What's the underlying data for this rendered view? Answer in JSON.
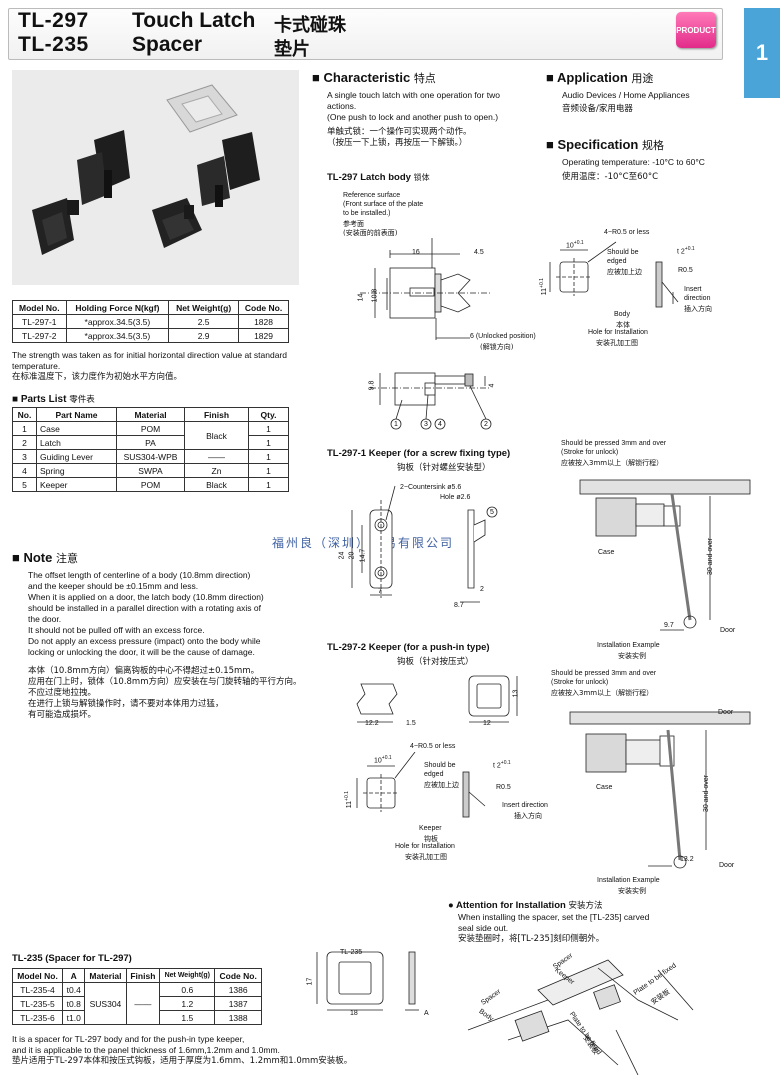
{
  "header": {
    "code1": "TL-297",
    "code2": "TL-235",
    "name1": "Touch Latch",
    "name2": "Spacer",
    "cn1": "卡式碰珠",
    "cn2": "垫片",
    "badge": "PRODUCT",
    "page_tab": "1"
  },
  "model_table": {
    "headers": [
      "Model No.",
      "Holding Force N(kgf)",
      "Net Weight(g)",
      "Code No."
    ],
    "rows": [
      [
        "TL-297-1",
        "*approx.34.5(3.5)",
        "2.5",
        "1828"
      ],
      [
        "TL-297-2",
        "*approx.34.5(3.5)",
        "2.9",
        "1829"
      ]
    ],
    "note_en": "The strength was taken as for initial horizontal direction value at standard temperature.",
    "note_cn": "在标准温度下，该力度作为初始水平方向值。"
  },
  "parts_list": {
    "title": "Parts List",
    "title_cn": "零件表",
    "headers": [
      "No.",
      "Part Name",
      "Material",
      "Finish",
      "Qty."
    ],
    "rows": [
      [
        "1",
        "Case",
        "POM",
        "",
        "1"
      ],
      [
        "2",
        "Latch",
        "PA",
        "Black",
        "1"
      ],
      [
        "3",
        "Guiding Lever",
        "SUS304-WPB",
        "——",
        "1"
      ],
      [
        "4",
        "Spring",
        "SWPA",
        "Zn",
        "1"
      ],
      [
        "5",
        "Keeper",
        "POM",
        "Black",
        "1"
      ]
    ]
  },
  "note": {
    "title": "Note",
    "title_cn": "注意",
    "en": [
      "The offset length of centerline of a body (10.8mm direction)",
      "and the keeper should be ±0.15mm and less.",
      "When it is applied on a door, the latch body (10.8mm direction)",
      "should be installed in a parallel direction with a rotating axis of",
      "the door.",
      "It should not be pulled off with an excess force.",
      "Do not apply an excess pressure (impact) onto the body while",
      "locking or unlocking  the door, it will be the cause of damage."
    ],
    "cn": [
      "本体（10.8mm方向）偏离钩板的中心不得超过±0.15mm。",
      "应用在门上时，锁体（10.8mm方向）应安装在与门旋转轴的平行方向。",
      "不应过度地拉拽。",
      "在进行上锁与解锁操作时，请不要对本体用力过猛，",
      "有可能造成损坏。"
    ]
  },
  "watermark": "福州良（深圳）贸易有限公司",
  "characteristic": {
    "title": "Characteristic",
    "title_cn": "特点",
    "en": [
      "A single touch latch with one operation for two",
      "actions.",
      "(One push to lock and another push to open.)"
    ],
    "cn": [
      "单触式锁：一个操作可实现两个动作。",
      "（按压一下上锁，再按压一下解锁。）"
    ]
  },
  "application": {
    "title": "Application",
    "title_cn": "用途",
    "en": "Audio Devices / Home Appliances",
    "cn": "音频设备/家用电器"
  },
  "specification": {
    "title": "Specification",
    "title_cn": "规格",
    "en": "Operating temperature: -10°C to 60°C",
    "cn": "使用温度：-10°C至60°C"
  },
  "latch_body": {
    "title": "TL-297 Latch body",
    "title_cn": "锁体",
    "ref_en": [
      "Reference surface",
      "(Front surface of the plate",
      "to be installed.)"
    ],
    "ref_cn": [
      "参考面",
      "(安装面的前表面)"
    ],
    "dims": [
      "16",
      "4.5",
      "14",
      "10.8",
      "6 (Unlocked position)",
      "(解锁方向)",
      "9.8",
      "4"
    ],
    "callouts": [
      "1",
      "3",
      "4",
      "2"
    ],
    "hole": {
      "r_label": "4−R0.5 or less",
      "w": "10",
      "w_tol": "+0.1",
      "h": "11",
      "h_tol": "+0.1",
      "t": "t 2",
      "t_tol": "+0.1",
      "edge_en": "Should be",
      "edge_en2": "edged",
      "edge_cn": "应被加上边",
      "r05": "R0.5",
      "insert_en": "Insert",
      "insert_en2": "direction",
      "insert_cn": "插入方向",
      "body_en": "Body",
      "body_cn": "本体",
      "hole_en": "Hole for Installation",
      "hole_cn": "安装孔加工图"
    }
  },
  "keeper1": {
    "title": "TL-297-1 Keeper (for a screw fixing type)",
    "title_cn": "钩板（针对螺丝安装型）",
    "cs": "2−Countersink ø5.6",
    "hole": "Hole ø2.6",
    "callout": "5",
    "dims": [
      "20",
      "14.7",
      "24",
      "7",
      "2",
      "8.7"
    ],
    "install": {
      "press_en": "Should be pressed 3mm and over",
      "press_en2": "(Stroke for unlock)",
      "press_cn": "应被按入3mm以上（解锁行程）",
      "case": "Case",
      "door": "Door",
      "d30": "30 and over",
      "d97": "9.7",
      "ex_en": "Installation Example",
      "ex_cn": "安装实例"
    }
  },
  "keeper2": {
    "title": "TL-297-2 Keeper (for a push-in type)",
    "title_cn": "钩板（针对按压式）",
    "dims": [
      "12.2",
      "1.5",
      "12",
      "13"
    ],
    "hole": {
      "r_label": "4−R0.5 or less",
      "w": "10",
      "w_tol": "+0.1",
      "h": "11",
      "h_tol": "+0.1",
      "t": "t 2",
      "t_tol": "+0.1",
      "edge_en": "Should be",
      "edge_en2": "edged",
      "edge_cn": "应被加上边",
      "r05": "R0.5",
      "insert_en": "Insert direction",
      "insert_cn": "插入方向",
      "keeper_en": "Keeper",
      "keeper_cn": "钩板",
      "hole_en": "Hole for Installation",
      "hole_cn": "安装孔加工图"
    },
    "install": {
      "press_en": "Should be pressed 3mm and over",
      "press_en2": "(Stroke for unlock)",
      "press_cn": "应被按入3mm以上（解锁行程）",
      "case": "Case",
      "door": "Door",
      "door2": "Door",
      "d30": "30 and over",
      "d132": "13.2",
      "ex_en": "Installation Example",
      "ex_cn": "安装实例"
    }
  },
  "attention": {
    "title": "Attention for Installation",
    "title_cn": "安装方法",
    "en": [
      "When installing the spacer, set the [TL-235] carved",
      "seal side out."
    ],
    "cn": "安装垫圈时，将[TL-235]刻印侧朝外。",
    "labels": [
      "Spacer",
      "Keeper",
      "Plate to be fixed",
      "安装板",
      "Spacer",
      "Body",
      "Plate to be fixed",
      "安装板"
    ]
  },
  "spacer": {
    "title": "TL-235 (Spacer for TL-297)",
    "headers": [
      "Model No.",
      "A",
      "Material",
      "Finish",
      "Net Weight(g)",
      "Code No."
    ],
    "rows": [
      [
        "TL-235-4",
        "t0.4",
        "SUS304",
        "——",
        "0.6",
        "1386"
      ],
      [
        "TL-235-5",
        "t0.8",
        "",
        "",
        "1.2",
        "1387"
      ],
      [
        "TL-235-6",
        "t1.0",
        "",
        "",
        "1.5",
        "1388"
      ]
    ],
    "drawing_label": "TL-235",
    "dims": [
      "17",
      "18",
      "A"
    ],
    "note_en": [
      "It is a spacer for TL-297 body and for the push-in type keeper,",
      "and it is applicable to the panel thickness of 1.6mm,1.2mm and 1.0mm."
    ],
    "note_cn": "垫片适用于TL-297本体和按压式钩板，适用于厚度为1.6mm、1.2mm和1.0mm安装板。"
  }
}
